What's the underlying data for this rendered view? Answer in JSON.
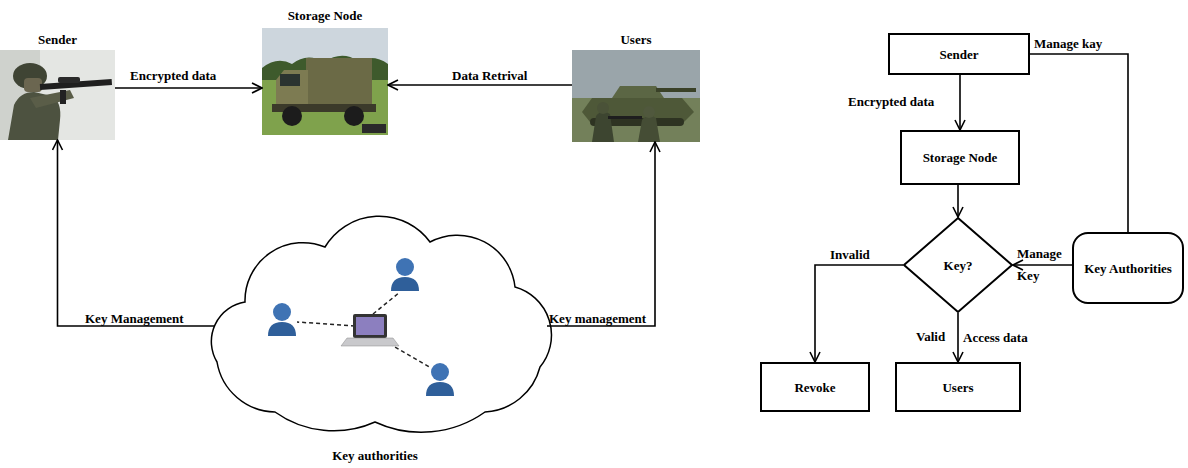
{
  "diagram": {
    "nodes": [
      {
        "text": [
          "Sender"
        ]
      },
      {
        "text": [
          "Storage Node"
        ]
      },
      {
        "text": [
          "Users"
        ]
      },
      {
        "text": [
          "Key authorities"
        ]
      },
      {
        "text": [
          "Sender"
        ]
      },
      {
        "text": [
          "Storage Node"
        ]
      },
      {
        "text": [
          "Key?"
        ]
      },
      {
        "text": [
          "Key Authorities"
        ]
      },
      {
        "text": [
          "Revoke"
        ]
      },
      {
        "text": [
          "Users"
        ]
      }
    ],
    "edges": [
      {
        "from": 0,
        "to": 1,
        "arrow": "to",
        "label": "Encrypted data"
      },
      {
        "from": 2,
        "to": 1,
        "arrow": "to",
        "label": "Data Retrival"
      },
      {
        "from": 3,
        "to": 0,
        "arrow": "to",
        "label": "Key Management"
      },
      {
        "from": 3,
        "to": 2,
        "arrow": "to",
        "label": "Key management"
      },
      {
        "from": 4,
        "to": 5,
        "arrow": "to",
        "label": "Encrypted data"
      },
      {
        "from": 5,
        "to": 6,
        "arrow": "to"
      },
      {
        "from": 6,
        "to": 8,
        "arrow": "to",
        "label": "Invalid"
      },
      {
        "from": 6,
        "to": 9,
        "arrow": "to",
        "label": "Valid"
      },
      {
        "from": 7,
        "to": 6,
        "arrow": "to",
        "label": "Manage Key"
      },
      {
        "from": 4,
        "to": 7,
        "arrow": "none",
        "label": "Manage kay"
      }
    ],
    "labels": [
      "Access data"
    ]
  }
}
